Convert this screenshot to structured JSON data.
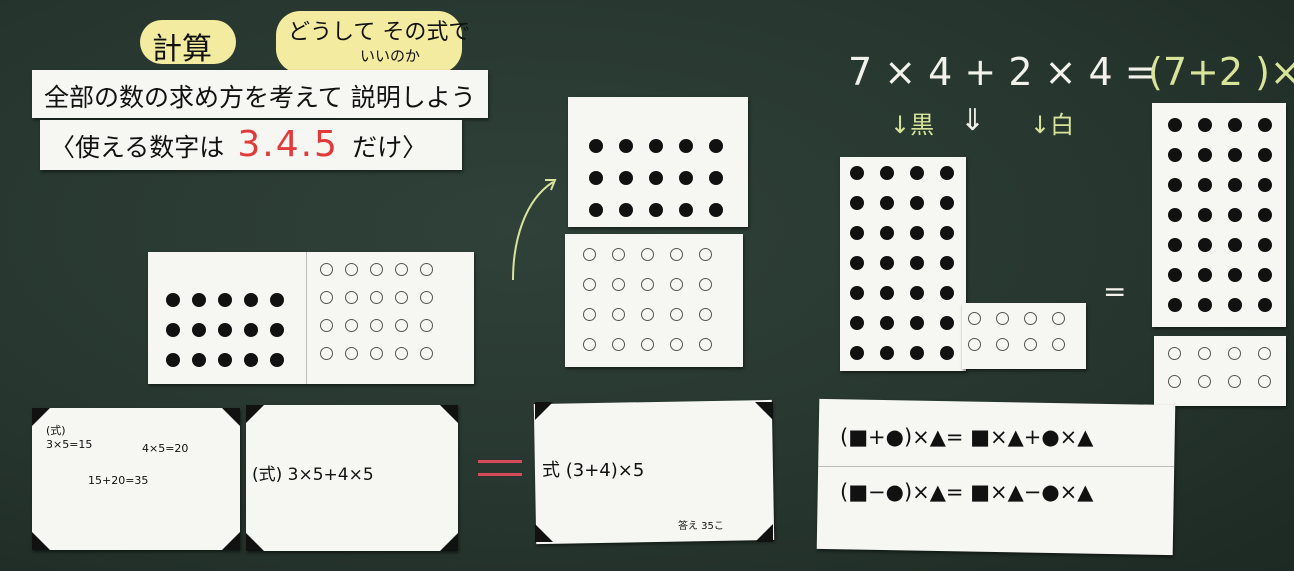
{
  "labels": {
    "keisan": "計算",
    "doushite_line1": "どうして その式で",
    "doushite_line2": "いいのか"
  },
  "prompt": {
    "line1": "全部の数の求め方を考えて  説明しよう",
    "line2_prefix": "〈使える数字は",
    "line2_numbers": "3.4.5",
    "line2_suffix": "だけ〉"
  },
  "chalk_equation": {
    "left": "7 × 4 + 2 × 4 =",
    "right": "(7+2 )×",
    "arrow_black": "↓黒",
    "arrow_double": "⇓",
    "arrow_white": "↓白",
    "equals_mid": "="
  },
  "cards": {
    "card1": {
      "line1": "(式)",
      "line2": "3×5=15",
      "line3": "4×5=20",
      "line4": "15+20=35"
    },
    "card2": {
      "text": "(式) 3×5+4×5"
    },
    "card3": {
      "text": "式 (3+4)×5",
      "footer": "答え 35こ"
    }
  },
  "formulas": {
    "line1": "(■+●)×▲= ■×▲+●×▲",
    "line2": "(■−●)×▲= ■×▲−●×▲"
  },
  "colors": {
    "board": "#2b3c33",
    "red_numbers": "#e23a3a",
    "chalk_yellow": "#d8e49a",
    "pink_equals": "#d64a5a",
    "highlight": "#f3eca0"
  }
}
